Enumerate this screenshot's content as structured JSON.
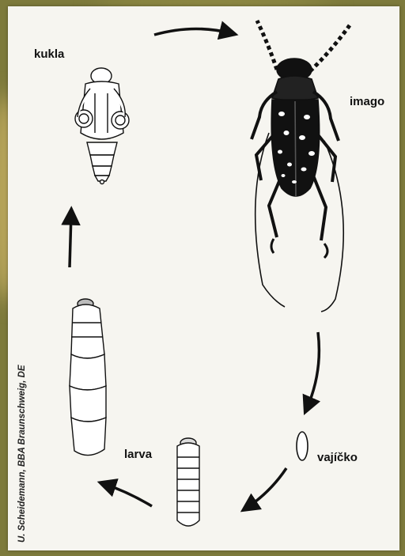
{
  "stages": {
    "pupa": "kukla",
    "adult": "imago",
    "egg": "vajíčko",
    "larva": "larva"
  },
  "credit": "U. Scheidemann, BBA Braunschweig, DE",
  "colors": {
    "background_edge": "#7d7a3c",
    "card": "#f6f5f0",
    "ink": "#111111",
    "spots": "#ffffff"
  }
}
